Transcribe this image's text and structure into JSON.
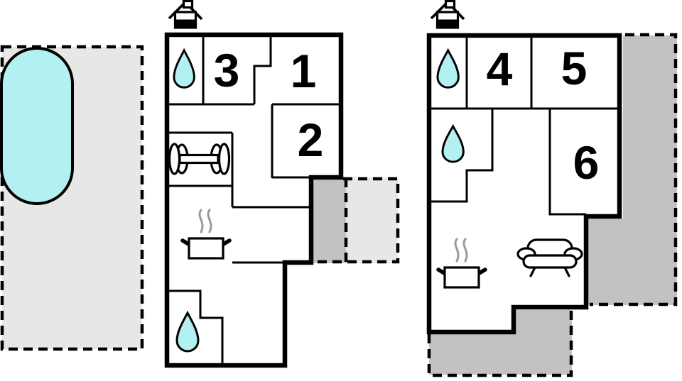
{
  "colors": {
    "bg": "#ffffff",
    "wall": "#000000",
    "water": "#b3f0f2",
    "steam": "#999999",
    "terrace_dark": "#c2c2c2",
    "terrace_light": "#e7e7e7"
  },
  "pool_area": {
    "icon": "swimming-pool"
  },
  "building_left": {
    "rooms": [
      {
        "number": "3"
      },
      {
        "number": "1"
      },
      {
        "number": "2"
      }
    ],
    "icons": [
      "fireplace-chimney",
      "water-drop",
      "fitness-dumbbell",
      "cooking-pot",
      "water-drop"
    ]
  },
  "building_right": {
    "rooms": [
      {
        "number": "4"
      },
      {
        "number": "5"
      },
      {
        "number": "6"
      }
    ],
    "icons": [
      "fireplace-chimney",
      "water-drop",
      "water-drop",
      "cooking-pot",
      "sofa"
    ]
  }
}
